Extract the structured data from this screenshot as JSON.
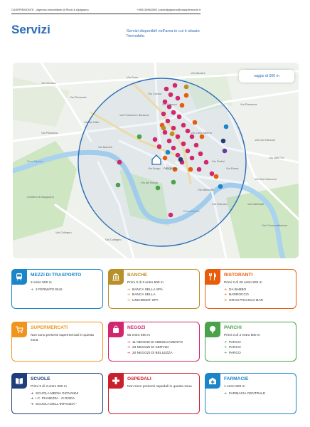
{
  "header": {
    "agency": "CASEPIEMONTE - Agenzia immobiliare di Rivoli & Alpignano",
    "contact": "+390119561583 | casealpignano@casepiemonte.it"
  },
  "title": "Servizi",
  "subtitle": "Servizi disponibili nell'area in cui è situato l'immobile.",
  "map": {
    "radius_label": "raggio di 500 m",
    "places": [
      "Via Venaria",
      "Via Susa",
      "Via Mazzini",
      "Via Marconi",
      "Via Piemonte",
      "Via Cavour",
      "Via Caneva",
      "Via Francesco Baracca",
      "Via dei Mille",
      "Via Pianezza",
      "Via Pianezza",
      "Via Don Minzoni",
      "Dora Riparia",
      "Dora Riparia",
      "Via Mameli",
      "Via Borgo",
      "Via Pertini",
      "Via del Borgo",
      "Via Roma",
      "Via Carlo Alberto",
      "Via San Giacomo",
      "Via Gramsci",
      "Via Matteotti",
      "Via Garibaldi",
      "Via Valle Po",
      "Cimitero di Alpignano",
      "Via Collegno",
      "Via Collegno",
      "Via Circonvallazione"
    ],
    "center_label": "Alpignano",
    "colors": {
      "transport": "#1a86c9",
      "bank": "#b8902a",
      "restaurant": "#e85d0c",
      "shop": "#d2266f",
      "park": "#4aa24a",
      "school": "#1e3f7a",
      "hospital": "#c9202c",
      "pharmacy": "#1a86c9"
    }
  },
  "cards": {
    "mezzi": {
      "title": "MEZZI DI TRASPORTO",
      "sub": "2 entro 500 m",
      "items": [
        "2 FERMATE BUS"
      ],
      "color": "#1a86c9",
      "icon": "train-icon"
    },
    "banche": {
      "title": "BANCHE",
      "sub": "Primi 3 di 3 entro 500 m",
      "items": [
        "BANCA SELLA SPA",
        "BANCA SELLA",
        "UNICREDIT SPA"
      ],
      "color": "#b8902a",
      "icon": "bank-icon"
    },
    "ristoranti": {
      "title": "RISTORANTI",
      "sub": "Primi 3 di 20 entro 500 m",
      "items": [
        "DA BABBO",
        "BARROCCO",
        "GRAN PICCOLO BAR"
      ],
      "color": "#e85d0c",
      "icon": "cutlery-icon"
    },
    "supermercati": {
      "title": "SUPERMERCATI",
      "sub": "Non sono presenti supermercati in questa zona",
      "items": [],
      "color": "#f0941f",
      "icon": "cart-icon"
    },
    "negozi": {
      "title": "NEGOZI",
      "sub": "65 entro 500 m",
      "items": [
        "11 NEGOZI DI ABBIGLIAMENTO",
        "34 NEGOZI DI SERVIZI",
        "20 NEGOZI DI BELLEZZA"
      ],
      "color": "#d2266f",
      "icon": "shopping-bag-icon"
    },
    "parchi": {
      "title": "PARCHI",
      "sub": "Primi 3 di 3 entro 500 m",
      "items": [
        "PARCO",
        "PARCO",
        "PARCO"
      ],
      "color": "#4aa24a",
      "icon": "tree-icon"
    },
    "scuole": {
      "title": "SCUOLE",
      "sub": "Primi 3 di 3 entro 500 m",
      "items": [
        "SCUOLA MEDIA GIOVANNI",
        "I.C. PIANEZZA - G.RODA",
        "SCUOLA DELL'INFANZIA \""
      ],
      "color": "#1e3f7a",
      "icon": "book-icon"
    },
    "ospedali": {
      "title": "OSPEDALI",
      "sub": "Non sono presenti ospedali in questa zona",
      "items": [],
      "color": "#c9202c",
      "icon": "medical-cross-icon"
    },
    "farmacie": {
      "title": "FARMACIE",
      "sub": "1 entro 500 m",
      "items": [
        "FARMACIA CENTRALE"
      ],
      "color": "#1a86c9",
      "icon": "pharmacy-icon"
    }
  }
}
